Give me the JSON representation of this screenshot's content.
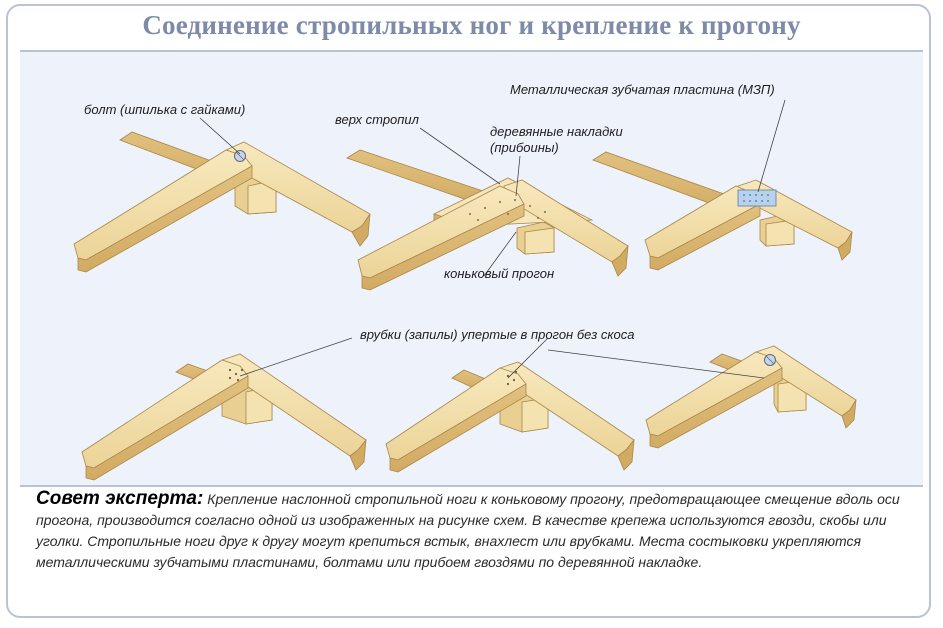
{
  "title": "Соединение стропильных ног и крепление к прогону",
  "labels": {
    "bolt": "болт (шпилька с гайками)",
    "rafter_top": "верх стропил",
    "wood_plates": "деревянные накладки",
    "wood_plates_sub": "(прибоины)",
    "metal_plate": "Металлическая зубчатая пластина (МЗП)",
    "ridge_purlin": "коньковый прогон",
    "notches": "врубки (запилы) упертые в прогон без скоса"
  },
  "tip": {
    "heading": "Совет эксперта:",
    "text": "Крепление наслонной стропильной ноги к коньковому прогону, предотвращающее смещение вдоль оси прогона, производится согласно одной из изображенных на рисунке схем. В качестве крепежа используются гвозди, скобы или уголки. Стропильные ноги друг к другу могут крепиться встык, внахлест или врубками. Места состыковки укрепляются металлическими зубчатыми пластинами, болтами или прибоем гвоздями по деревянной накладке."
  },
  "colors": {
    "wood_light": "#f4e2b0",
    "wood_mid": "#e3c483",
    "wood_dark": "#c89e55",
    "plate": "#a9c7e8",
    "title": "#7d8aa8"
  }
}
